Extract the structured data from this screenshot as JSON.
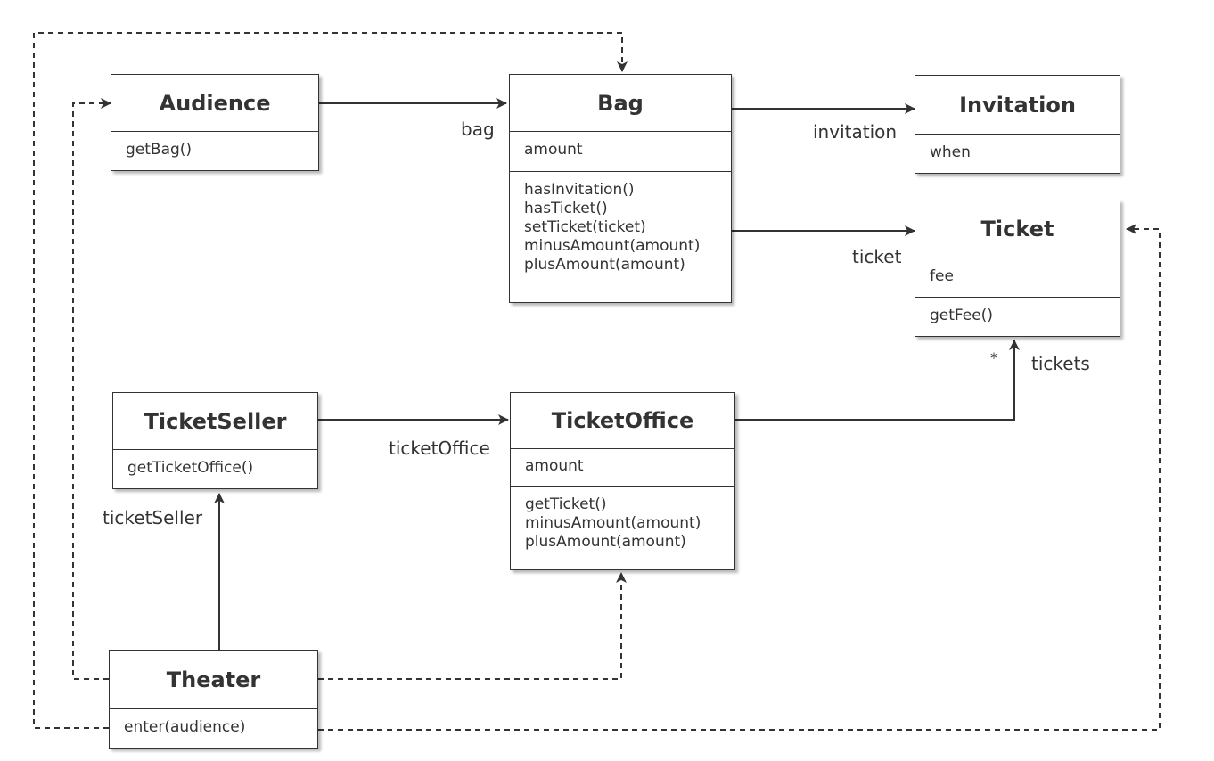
{
  "classes": {
    "audience": {
      "name": "Audience",
      "attributes": [],
      "methods": [
        "getBag()"
      ]
    },
    "bag": {
      "name": "Bag",
      "attributes": [
        "amount"
      ],
      "methods": [
        "hasInvitation()",
        "hasTicket()",
        "setTicket(ticket)",
        "minusAmount(amount)",
        "plusAmount(amount)"
      ]
    },
    "invitation": {
      "name": "Invitation",
      "attributes": [
        "when"
      ],
      "methods": []
    },
    "ticket": {
      "name": "Ticket",
      "attributes": [
        "fee"
      ],
      "methods": [
        "getFee()"
      ]
    },
    "ticket_seller": {
      "name": "TicketSeller",
      "attributes": [],
      "methods": [
        "getTicketOffice()"
      ]
    },
    "ticket_office": {
      "name": "TicketOffice",
      "attributes": [
        "amount"
      ],
      "methods": [
        "getTicket()",
        "minusAmount(amount)",
        "plusAmount(amount)"
      ]
    },
    "theater": {
      "name": "Theater",
      "attributes": [],
      "methods": [
        "enter(audience)"
      ]
    }
  },
  "labels": {
    "bag": "bag",
    "invitation": "invitation",
    "ticket": "ticket",
    "tickets": "tickets",
    "tickets_multiplicity": "*",
    "ticket_office": "ticketOffice",
    "ticket_seller": "ticketSeller"
  },
  "colors": {
    "line": "#333333",
    "background": "#ffffff"
  }
}
